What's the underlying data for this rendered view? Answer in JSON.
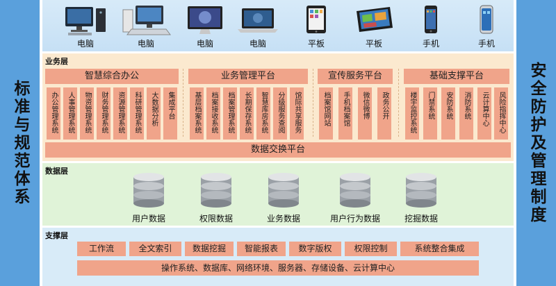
{
  "left_pillar": "标准与规范体系",
  "right_pillar": "安全防护及管理制度",
  "devices": [
    {
      "label": "电脑",
      "icon": "desktop-pc-icon"
    },
    {
      "label": "电脑",
      "icon": "workstation-pc-icon"
    },
    {
      "label": "电脑",
      "icon": "imac-icon"
    },
    {
      "label": "电脑",
      "icon": "laptop-icon"
    },
    {
      "label": "平板",
      "icon": "tablet-portrait-icon"
    },
    {
      "label": "平板",
      "icon": "tablet-landscape-icon"
    },
    {
      "label": "手机",
      "icon": "iphone-icon"
    },
    {
      "label": "手机",
      "icon": "android-phone-icon"
    }
  ],
  "business_layer": {
    "title": "业务层",
    "groups": [
      {
        "title": "智慧综合办公",
        "items": [
          "办公管理系统",
          "人事管理系统",
          "物资管理系统",
          "财务管理系统",
          "资源管理系统",
          "科研管理系统",
          "大数据分析",
          "集成平台"
        ]
      },
      {
        "title": "业务管理平台",
        "items": [
          "基层档案系统",
          "档案接收系统",
          "档案管理系统",
          "长期保存系统",
          "智慧库房系统",
          "分级服务查阅",
          "馆际共享服务"
        ]
      },
      {
        "title": "宣传服务平台",
        "items": [
          "档案馆网站",
          "手机档案馆",
          "微信微博",
          "政务公开"
        ]
      },
      {
        "title": "基础支撑平台",
        "items": [
          "楼宇监控系统",
          "门禁系统",
          "安防系统",
          "消防系统",
          "云计算中心",
          "风险指挥中心"
        ]
      }
    ],
    "exchange": "数据交换平台"
  },
  "data_layer": {
    "title": "数据层",
    "databases": [
      "用户数据",
      "权限数据",
      "业务数据",
      "用户行为数据",
      "挖掘数据"
    ]
  },
  "support_layer": {
    "title": "支撑层",
    "items": [
      "工作流",
      "全文索引",
      "数据挖掘",
      "智能报表",
      "数字版权",
      "权限控制",
      "系统整合集成"
    ],
    "base": "操作系统、数据库、网络环境、服务器、存储设备、云计算中心"
  },
  "colors": {
    "pillar": "#5aa0dc",
    "box": "#f0a48a",
    "business_bg": "#fbe9cf",
    "data_bg": "#e0f3d8",
    "support_bg": "#d8ebf8",
    "device_bg": "#d7eaf8"
  }
}
